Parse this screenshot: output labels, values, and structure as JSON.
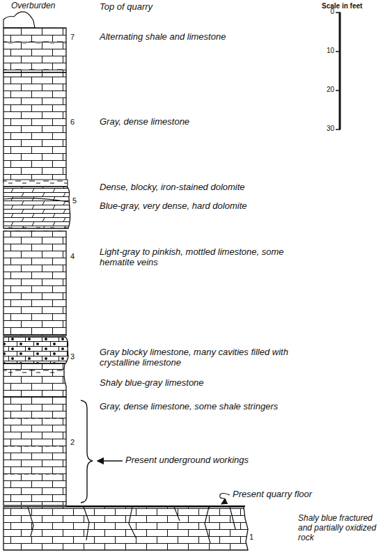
{
  "diagram": {
    "labels": [
      "Overburden",
      "Top of quarry",
      "7",
      "Alternating shale and limestone",
      "6",
      "Gray, dense limestone",
      "Dense, blocky, iron-stained dolomite",
      "5",
      "Blue-gray, very dense, hard dolomite",
      "4",
      "Light-gray to pinkish, mottled limestone, some hematite veins",
      "3",
      "Gray blocky limestone, many cavities filled with crystalline limestone",
      "Shaly blue-gray limestone",
      "Gray, dense limestone, some shale stringers",
      "2",
      "Present underground workings",
      "Present quarry floor",
      "Shaly blue fractured and partially oxidized rock",
      "1",
      "Scale in feet",
      "0",
      "10",
      "20",
      "30"
    ]
  }
}
